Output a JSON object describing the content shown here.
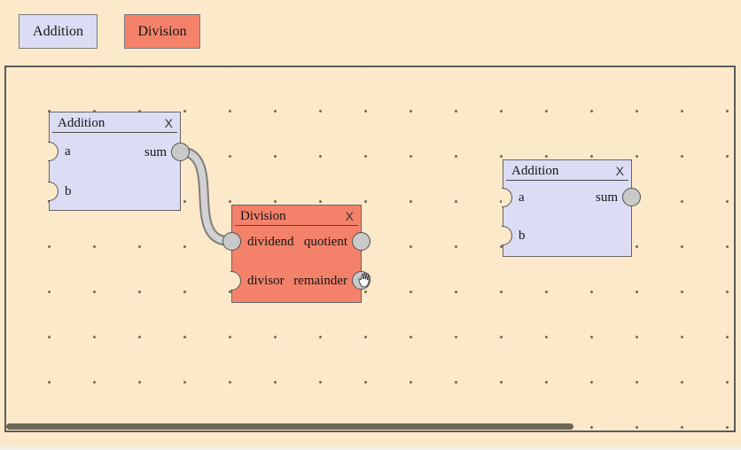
{
  "palette": {
    "addition_label": "Addition",
    "division_label": "Division"
  },
  "nodes": {
    "addition1": {
      "title": "Addition",
      "close": "X",
      "input_a": "a",
      "input_b": "b",
      "output_sum": "sum"
    },
    "division": {
      "title": "Division",
      "close": "X",
      "input_dividend": "dividend",
      "input_divisor": "divisor",
      "output_quotient": "quotient",
      "output_remainder": "remainder"
    },
    "addition2": {
      "title": "Addition",
      "close": "X",
      "input_a": "a",
      "input_b": "b",
      "output_sum": "sum"
    }
  },
  "connection": {
    "from": "addition1.sum",
    "to": "division.dividend"
  },
  "colors": {
    "page_background": "#fce9c9",
    "addition_fill": "#dcddf4",
    "division_fill": "#f4826a",
    "port_fill": "#c9c9c9",
    "wire_fill": "#d2d2d2",
    "scrollbar_thumb": "#6e6757"
  }
}
